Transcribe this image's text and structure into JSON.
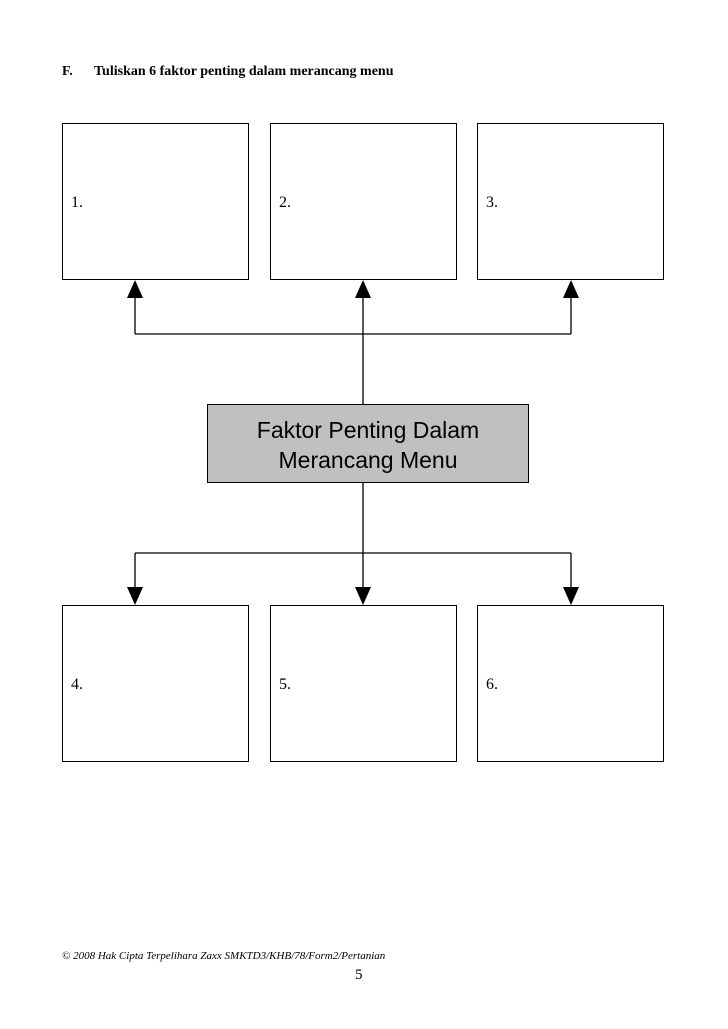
{
  "section": {
    "letter": "F.",
    "instruction": "Tuliskan 6 faktor penting dalam merancang menu"
  },
  "central_node": {
    "line1": "Faktor Penting Dalam",
    "line2": "Merancang Menu"
  },
  "boxes": [
    {
      "label": "1."
    },
    {
      "label": "2."
    },
    {
      "label": "3."
    },
    {
      "label": "4."
    },
    {
      "label": "5."
    },
    {
      "label": "6."
    }
  ],
  "footer": {
    "copyright": "© 2008 Hak Cipta Terpelihara  Zaxx SMKTD3/KHB/78/Form2/Pertanian",
    "page_number": "5"
  }
}
